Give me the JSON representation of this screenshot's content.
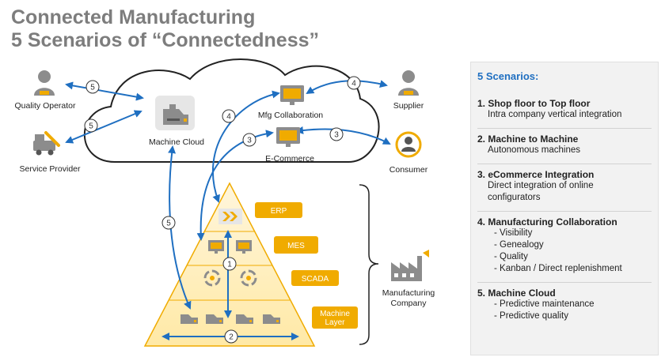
{
  "title": {
    "line1": "Connected Manufacturing",
    "line2": "5 Scenarios of “Connectedness”"
  },
  "actors": {
    "quality_operator": "Quality Operator",
    "service_provider": "Service Provider",
    "supplier": "Supplier",
    "consumer": "Consumer",
    "manufacturing_company_line1": "Manufacturing",
    "manufacturing_company_line2": "Company"
  },
  "cloud": {
    "machine_cloud": "Machine Cloud",
    "mfg_collaboration": "Mfg Collaboration",
    "ecommerce": "E-Commerce"
  },
  "pyramid_layers": {
    "erp": "ERP",
    "mes": "MES",
    "scada": "SCADA",
    "machine_layer_line1": "Machine",
    "machine_layer_line2": "Layer"
  },
  "scenario_markers": {
    "quality_link": "5",
    "service_link": "5",
    "supplier_link": "4",
    "collab_link": "4",
    "consumer_link": "3",
    "ecommerce_link": "3",
    "machine_cloud_link": "5",
    "vertical_link": "1",
    "horizontal_link": "2"
  },
  "scenarios_panel": {
    "heading": "5 Scenarios:",
    "items": [
      {
        "title": "1. Shop floor to Top floor",
        "desc": [
          "Intra company vertical integration"
        ],
        "bullets": []
      },
      {
        "title": "2. Machine to Machine",
        "desc": [
          "Autonomous machines"
        ],
        "bullets": []
      },
      {
        "title": "3. eCommerce Integration",
        "desc": [
          "Direct integration of online",
          "configurators"
        ],
        "bullets": []
      },
      {
        "title": "4. Manufacturing Collaboration",
        "desc": [],
        "bullets": [
          "- Visibility",
          "- Genealogy",
          "- Quality",
          "- Kanban / Direct replenishment"
        ]
      },
      {
        "title": "5. Machine Cloud",
        "desc": [],
        "bullets": [
          "- Predictive maintenance",
          "- Predictive quality"
        ]
      }
    ]
  },
  "colors": {
    "title_gray": "#7d7d7d",
    "accent_blue": "#1f6fc1",
    "accent_yellow": "#f0ab00",
    "icon_gray": "#8c8c8c",
    "panel_bg": "#f2f2f2"
  },
  "icons": [
    "person-icon",
    "service-truck-icon",
    "machine-icon",
    "monitor-icon",
    "factory-icon",
    "chevrons-icon",
    "gear-cycle-icon"
  ]
}
